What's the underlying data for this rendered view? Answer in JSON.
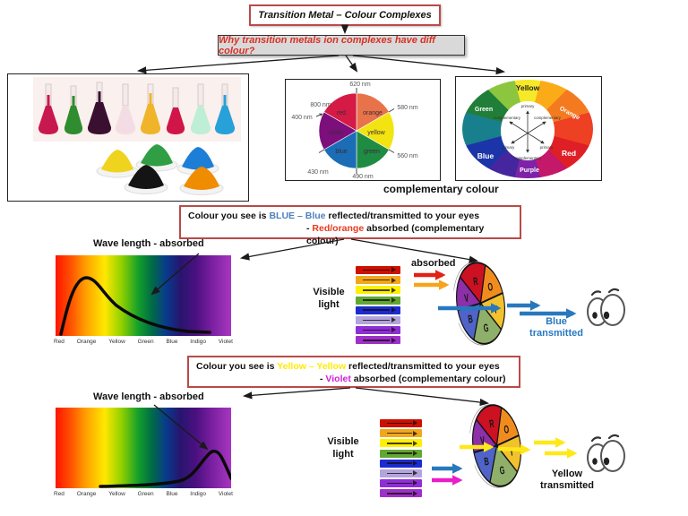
{
  "slide": {
    "title": "Transition Metal – Colour Complexes",
    "question": "Why transition metals ion complexes have diff colour?"
  },
  "colors": {
    "box_border": "#b94a48",
    "question_text": "#d93025",
    "blue_word": "#4f81bd",
    "red_word": "#e8391d",
    "yellow_word": "#ffec00",
    "violet_word": "#d41fd4",
    "blue_transmitted": "#2878be"
  },
  "left_photo": {
    "flask_colors": [
      "#c81850",
      "#2f8c2f",
      "#3a1030",
      "#f4dce4",
      "#f0b42a",
      "#d01648",
      "#bfeed6",
      "#28a0d8"
    ],
    "powder_colors": [
      "#efd41f",
      "#2f9e44",
      "#1c7ed6",
      "#141414",
      "#f08c00"
    ]
  },
  "wheel_nm": {
    "segments": [
      {
        "label": "red",
        "color": "#d41a45"
      },
      {
        "label": "orange",
        "color": "#e8734a"
      },
      {
        "label": "yellow",
        "color": "#f2e410"
      },
      {
        "label": "green",
        "color": "#1f8c43"
      },
      {
        "label": "blue",
        "color": "#1b6db5"
      },
      {
        "label": "violet",
        "color": "#7c0f7c"
      }
    ],
    "wavelengths": [
      "620 nm",
      "580 nm",
      "560 nm",
      "490 nm",
      "430 nm",
      "400 nm",
      "800 nm"
    ]
  },
  "wheel_comp": {
    "caption": "complementary colour",
    "ring_labels": [
      "Yellow",
      "Orange",
      "Red",
      "Purple",
      "Blue",
      "Green"
    ],
    "ring_colors": [
      "#f6e927",
      "#fbab18",
      "#f47a20",
      "#ee4023",
      "#df1f26",
      "#c4186a",
      "#7e22a8",
      "#45269e",
      "#1b35a8",
      "#17808c",
      "#207e38",
      "#8cc63f"
    ],
    "inner_labels": {
      "top": "primary",
      "upper_left": "complementary",
      "upper_right": "complementary",
      "lower_left": "primary",
      "lower_right": "primary",
      "bottom": "complementary"
    }
  },
  "statement_blue": {
    "lead": "Colour you see is ",
    "word1": "BLUE",
    "dash": " – ",
    "word2": "Blue",
    "tail": " reflected/transmitted to your eyes",
    "line2_dash": "-  ",
    "word3": "Red/orange",
    "line2_tail": " absorbed (complementary colour)"
  },
  "statement_yellow": {
    "lead": "Colour you see is ",
    "word1": "Yellow",
    "dash": " – ",
    "word2": "Yellow",
    "tail": " reflected/transmitted to your eyes",
    "line2_dash": "-  ",
    "word3": "Violet",
    "line2_tail": " absorbed (complementary colour)"
  },
  "spectrum": {
    "title": "Wave length - absorbed",
    "axis": [
      "Red",
      "Orange",
      "Yellow",
      "Green",
      "Blue",
      "Indigo",
      "Violet"
    ]
  },
  "visible_light_label": "Visible light",
  "absorbed_label": "absorbed",
  "transmitted_blue": {
    "line1": "Blue",
    "line2": "transmitted"
  },
  "transmitted_yellow": {
    "line1": "Yellow",
    "line2": "transmitted"
  },
  "pie": {
    "letters": [
      "R",
      "O",
      "Y",
      "G",
      "B",
      "V"
    ],
    "colors": [
      "#cc1122",
      "#f08c1e",
      "#f2c22e",
      "#8fb06a",
      "#4f63c8",
      "#8c2fa8"
    ]
  },
  "visible_bars": [
    "#cc1100",
    "#f2a71b",
    "#fdf000",
    "#61a832",
    "#1b2bd1",
    "#b2a4dc",
    "#8e2ed6",
    "#9d30c9"
  ]
}
